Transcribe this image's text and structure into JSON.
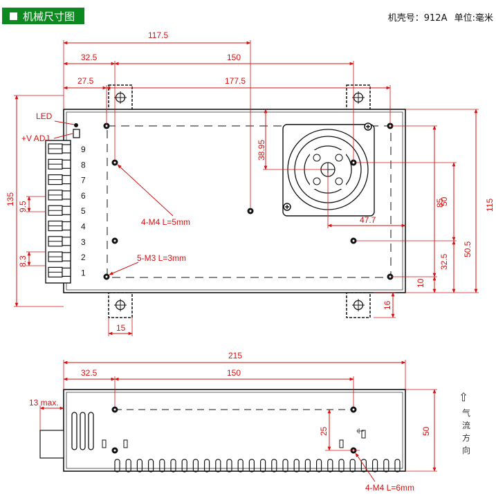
{
  "header": {
    "title": "机械尺寸图",
    "case_label": "机壳号：912A",
    "unit_label": "单位:毫米"
  },
  "top_view": {
    "dims": {
      "d117_5": "117.5",
      "d32_5": "32.5",
      "d150": "150",
      "d27_5": "27.5",
      "d177_5": "177.5",
      "d38_95": "38.95",
      "d47_7": "47.7",
      "d135": "135",
      "d9_5": "9.5",
      "d8_3": "8.3",
      "d85": "85",
      "d50": "50",
      "d115": "115",
      "d50_5": "50.5",
      "d32_5b": "32.5",
      "d10": "10",
      "d16": "16",
      "d15": "15"
    },
    "labels": {
      "led": "LED",
      "vadj": "+V ADJ.",
      "m4": "4-M4 L=5mm",
      "m3": "5-M3 L=3mm"
    },
    "terminals": [
      "9",
      "8",
      "7",
      "6",
      "5",
      "4",
      "3",
      "2",
      "1"
    ]
  },
  "side_view": {
    "dims": {
      "d215": "215",
      "d32_5": "32.5",
      "d150": "150",
      "d13max": "13 max.",
      "d25": "25",
      "d50": "50"
    },
    "labels": {
      "m4": "4-M4 L=6mm"
    }
  },
  "airflow": {
    "arrow": "⇧",
    "chars": [
      "气",
      "流",
      "方",
      "向"
    ]
  },
  "colors": {
    "dimension": "#d61010",
    "outline": "#1a1a1a",
    "badge": "#0c8a20"
  }
}
